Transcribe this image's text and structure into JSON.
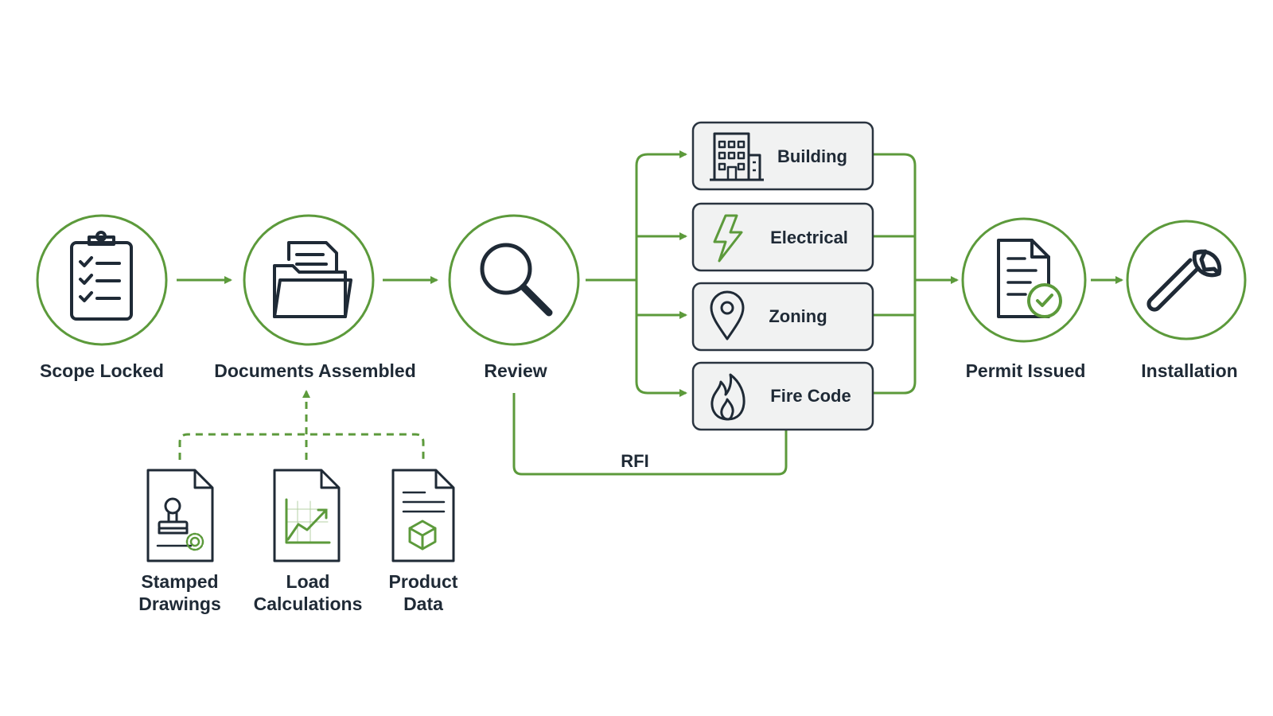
{
  "colors": {
    "accent": "#5c9a3b",
    "ink": "#1f2a36",
    "box_fill": "#f1f2f2",
    "box_stroke": "#2a3440"
  },
  "stages": [
    {
      "label": "Scope Locked",
      "icon": "clipboard-checklist-icon"
    },
    {
      "label": "Documents Assembled",
      "icon": "folder-documents-icon"
    },
    {
      "label": "Review",
      "icon": "magnifier-icon"
    },
    {
      "label": "Permit Issued",
      "icon": "document-approved-icon"
    },
    {
      "label": "Installation",
      "icon": "wrench-icon"
    }
  ],
  "reviews": [
    {
      "label": "Building",
      "icon": "building-icon"
    },
    {
      "label": "Electrical",
      "icon": "lightning-icon"
    },
    {
      "label": "Zoning",
      "icon": "map-pin-icon"
    },
    {
      "label": "Fire Code",
      "icon": "flame-icon"
    }
  ],
  "inputs": [
    {
      "line1": "Stamped",
      "line2": "Drawings",
      "icon": "stamped-document-icon"
    },
    {
      "line1": "Load",
      "line2": "Calculations",
      "icon": "chart-document-icon"
    },
    {
      "line1": "Product",
      "line2": "Data",
      "icon": "box-document-icon"
    }
  ],
  "feedback": {
    "label": "RFI"
  }
}
